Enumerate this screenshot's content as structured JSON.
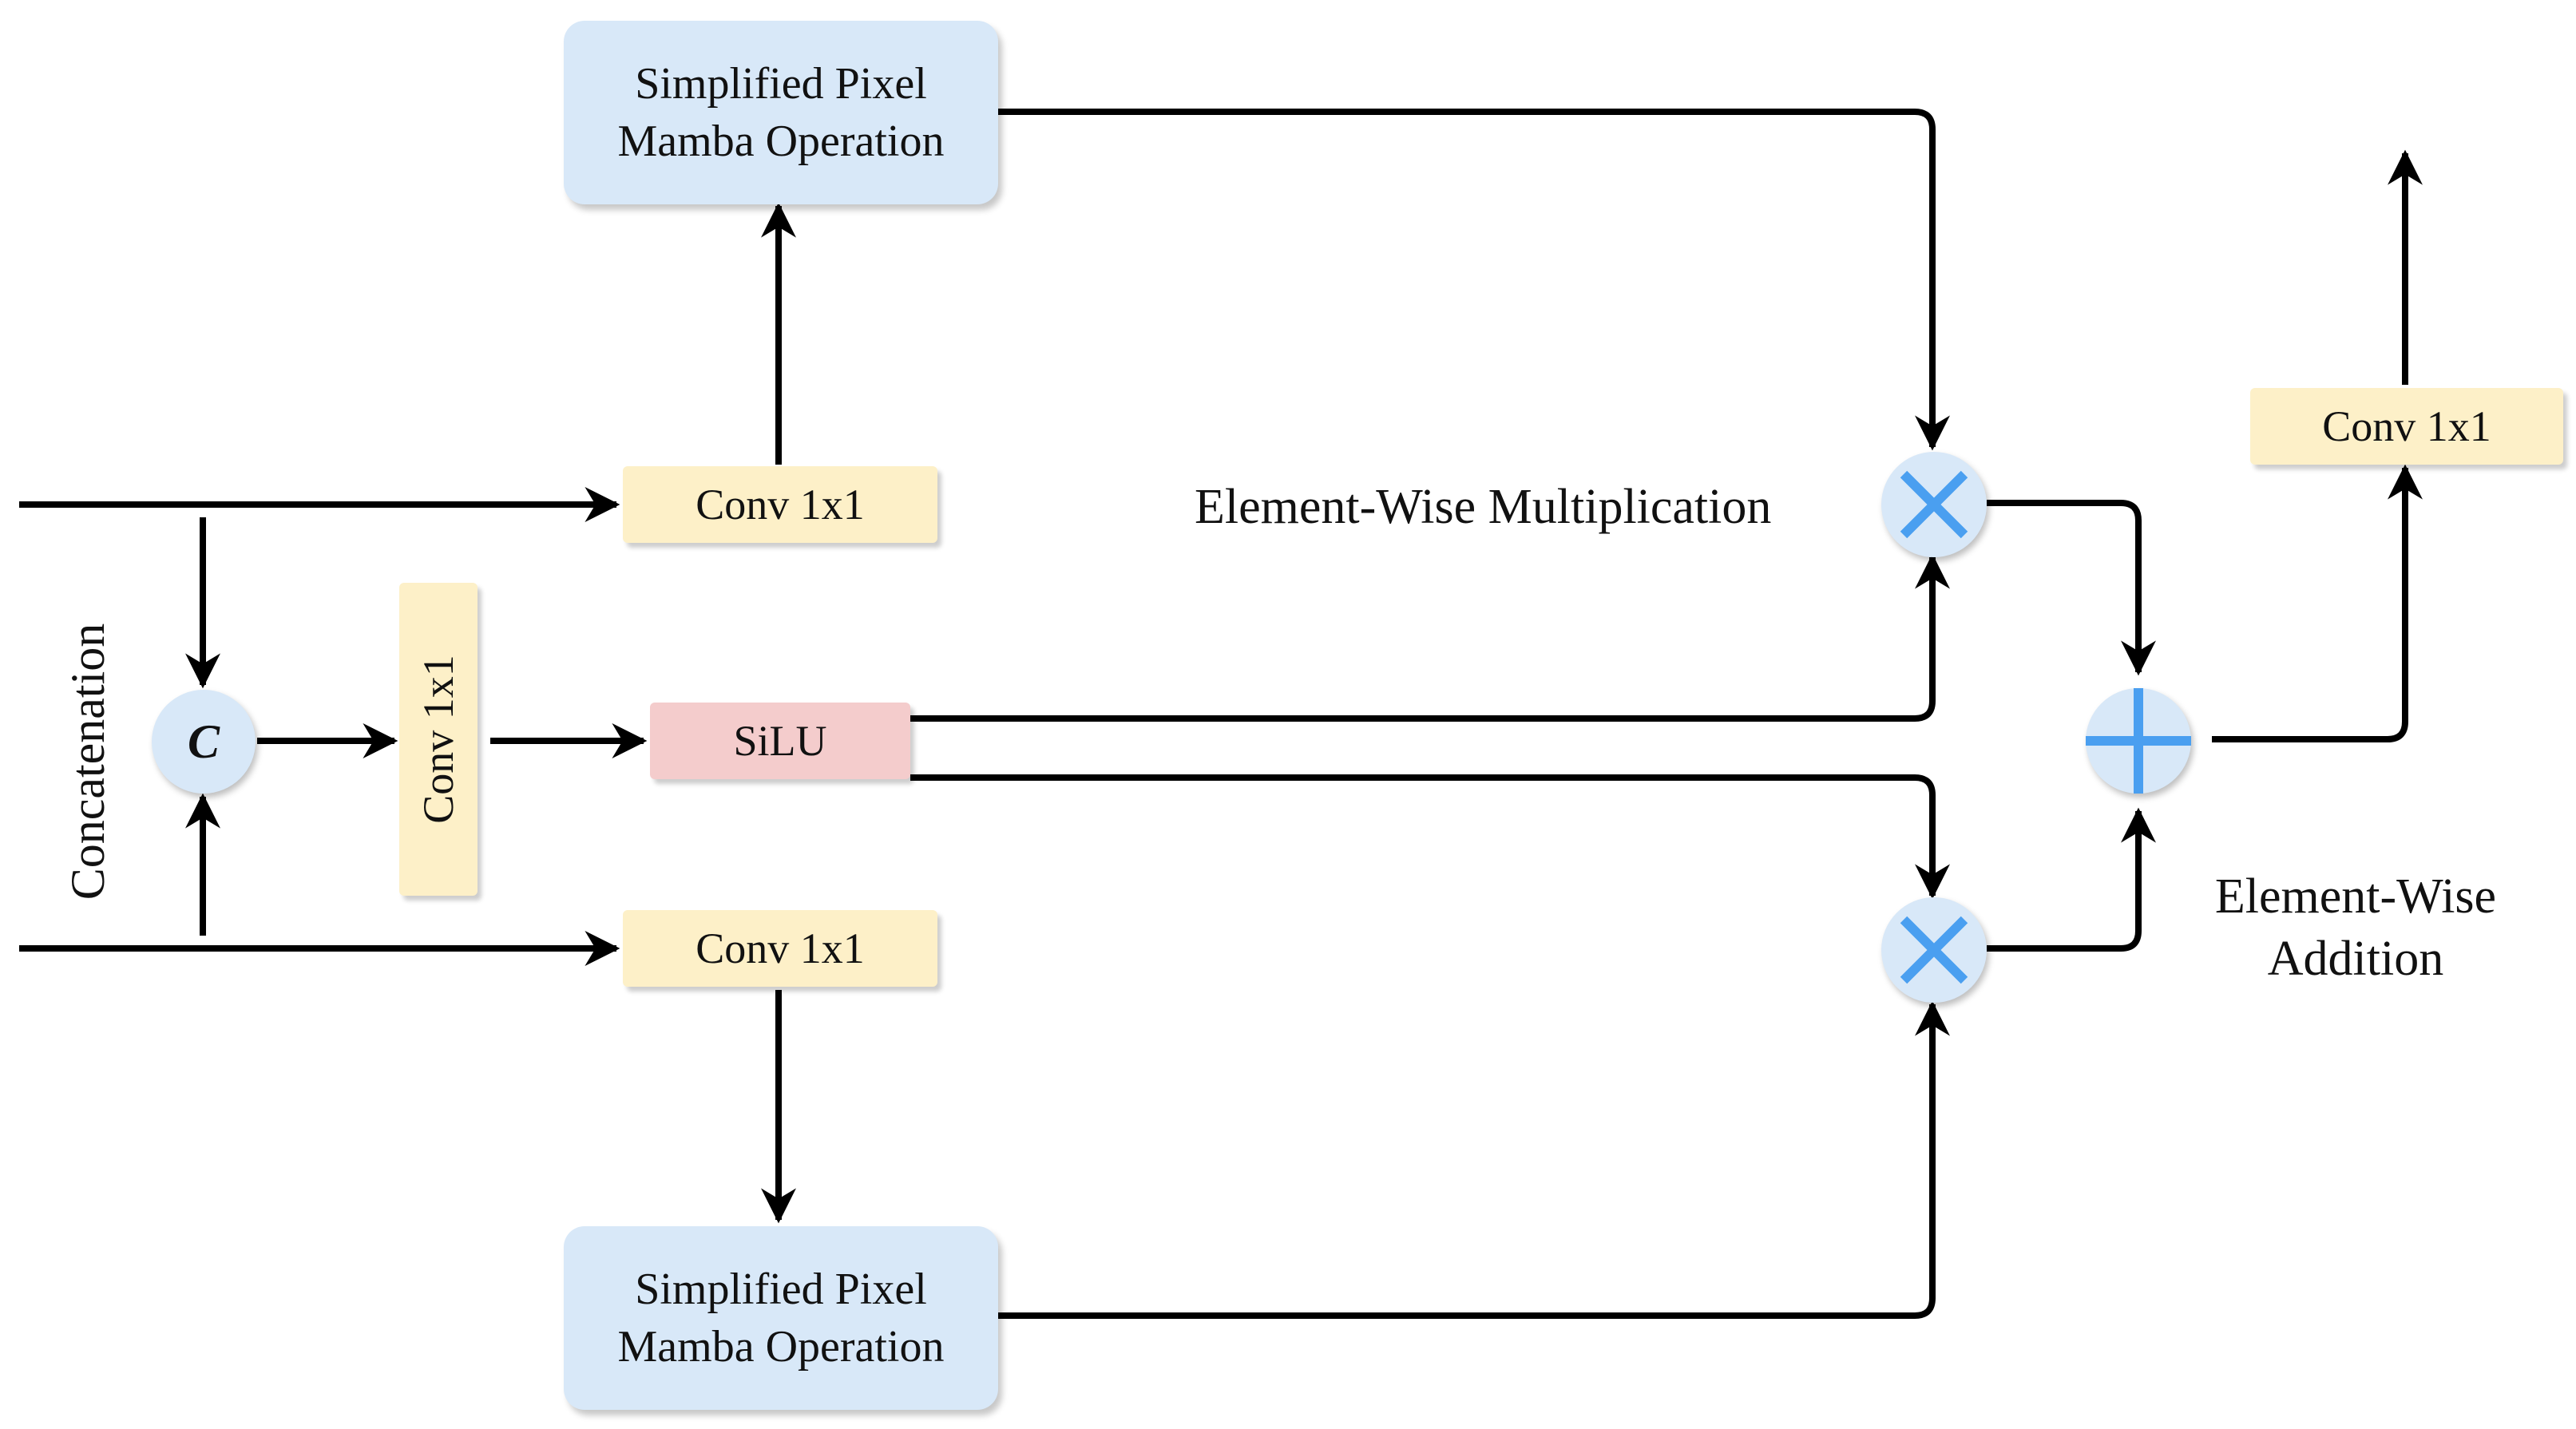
{
  "blocks": {
    "mamba_top": "Simplified Pixel\nMamba Operation",
    "mamba_bottom": "Simplified Pixel\nMamba Operation",
    "conv_top": "Conv 1x1",
    "conv_mid": "Conv 1x1",
    "conv_bottom": "Conv 1x1",
    "conv_out": "Conv 1x1",
    "silu": "SiLU",
    "concat_symbol": "C"
  },
  "labels": {
    "concatenation": "Concatenation",
    "multiplication": "Element-Wise Multiplication",
    "addition": "Element-Wise\nAddition"
  },
  "colors": {
    "mamba_block": "#d8e8f8",
    "conv_block": "#fdf0c8",
    "silu_block": "#f4cccc",
    "operator_node": "#d8e8f8",
    "operator_symbol": "#4a9ff0",
    "arrow": "#000000"
  }
}
